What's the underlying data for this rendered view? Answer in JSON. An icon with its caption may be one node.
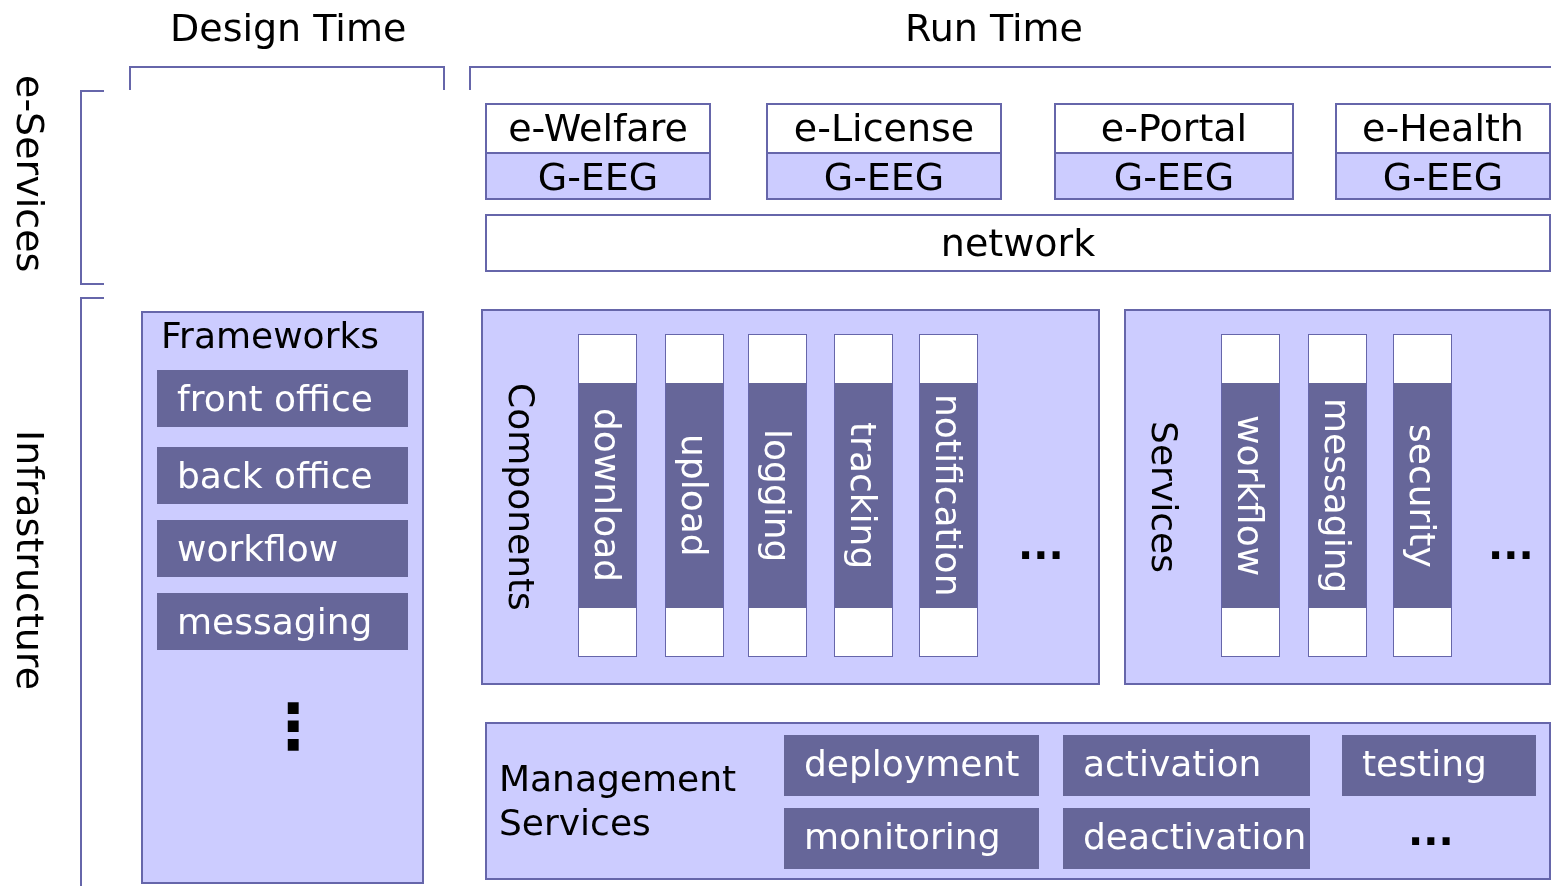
{
  "diagram": {
    "nodes": [
      {
        "text": [
          "e-Welfare",
          "G-EEG"
        ]
      },
      {
        "text": [
          "e-License",
          "G-EEG"
        ]
      },
      {
        "text": [
          "e-Portal",
          "G-EEG"
        ]
      },
      {
        "text": [
          "e-Health",
          "G-EEG"
        ]
      },
      {
        "text": [
          "network"
        ]
      },
      {
        "text": [
          "Frameworks"
        ]
      },
      {
        "text": [
          "front office"
        ],
        "in": 5
      },
      {
        "text": [
          "back office"
        ],
        "in": 5
      },
      {
        "text": [
          "workflow"
        ],
        "in": 5
      },
      {
        "text": [
          "messaging"
        ],
        "in": 5
      },
      {
        "text": [
          "Components"
        ]
      },
      {
        "text": [
          "download"
        ],
        "in": 10
      },
      {
        "text": [
          "upload"
        ],
        "in": 10
      },
      {
        "text": [
          "logging"
        ],
        "in": 10
      },
      {
        "text": [
          "tracking"
        ],
        "in": 10
      },
      {
        "text": [
          "notification"
        ],
        "in": 10
      },
      {
        "text": [
          "Services"
        ]
      },
      {
        "text": [
          "workflow"
        ],
        "in": 16
      },
      {
        "text": [
          "messaging"
        ],
        "in": 16
      },
      {
        "text": [
          "security"
        ],
        "in": 16
      },
      {
        "text": [
          "Management Services"
        ]
      },
      {
        "text": [
          "deployment"
        ],
        "in": 20
      },
      {
        "text": [
          "activation"
        ],
        "in": 20
      },
      {
        "text": [
          "testing"
        ],
        "in": 20
      },
      {
        "text": [
          "monitoring"
        ],
        "in": 20
      },
      {
        "text": [
          "deactivation"
        ],
        "in": 20
      }
    ],
    "labels": [
      "Design Time",
      "Run Time",
      "e-Services",
      "Infrastructure",
      "⋮",
      "...",
      "...",
      "..."
    ]
  }
}
